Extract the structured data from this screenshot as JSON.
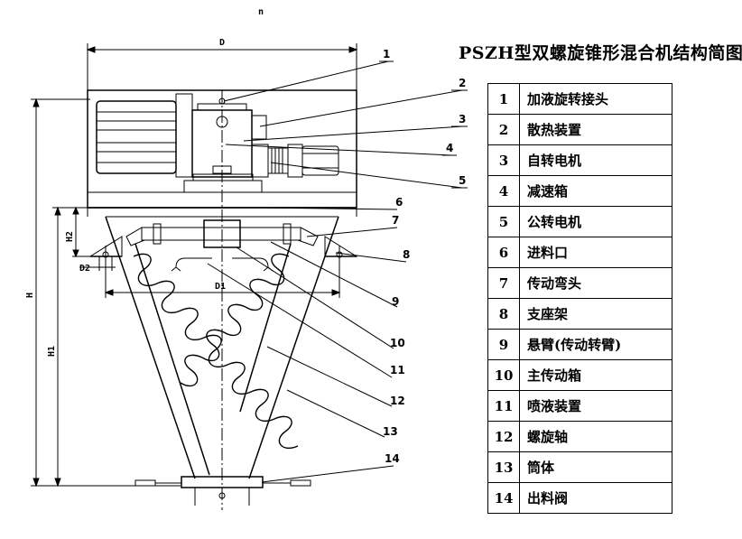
{
  "title": "PSZH型双螺旋锥形混合机结构简图",
  "dimensions": {
    "top": "n",
    "D": "D",
    "D1": "D1",
    "D2": "D2",
    "H": "H",
    "H1": "H1",
    "H2": "H2"
  },
  "parts": [
    {
      "num": "1",
      "name": "加液旋转接头"
    },
    {
      "num": "2",
      "name": "散热装置"
    },
    {
      "num": "3",
      "name": "自转电机"
    },
    {
      "num": "4",
      "name": "减速箱"
    },
    {
      "num": "5",
      "name": "公转电机"
    },
    {
      "num": "6",
      "name": "进料口"
    },
    {
      "num": "7",
      "name": "传动弯头"
    },
    {
      "num": "8",
      "name": "支座架"
    },
    {
      "num": "9",
      "name": "悬臂(传动转臂)"
    },
    {
      "num": "10",
      "name": "主传动箱"
    },
    {
      "num": "11",
      "name": "喷液装置"
    },
    {
      "num": "12",
      "name": "螺旋轴"
    },
    {
      "num": "13",
      "name": "筒体"
    },
    {
      "num": "14",
      "name": "出料阀"
    }
  ]
}
